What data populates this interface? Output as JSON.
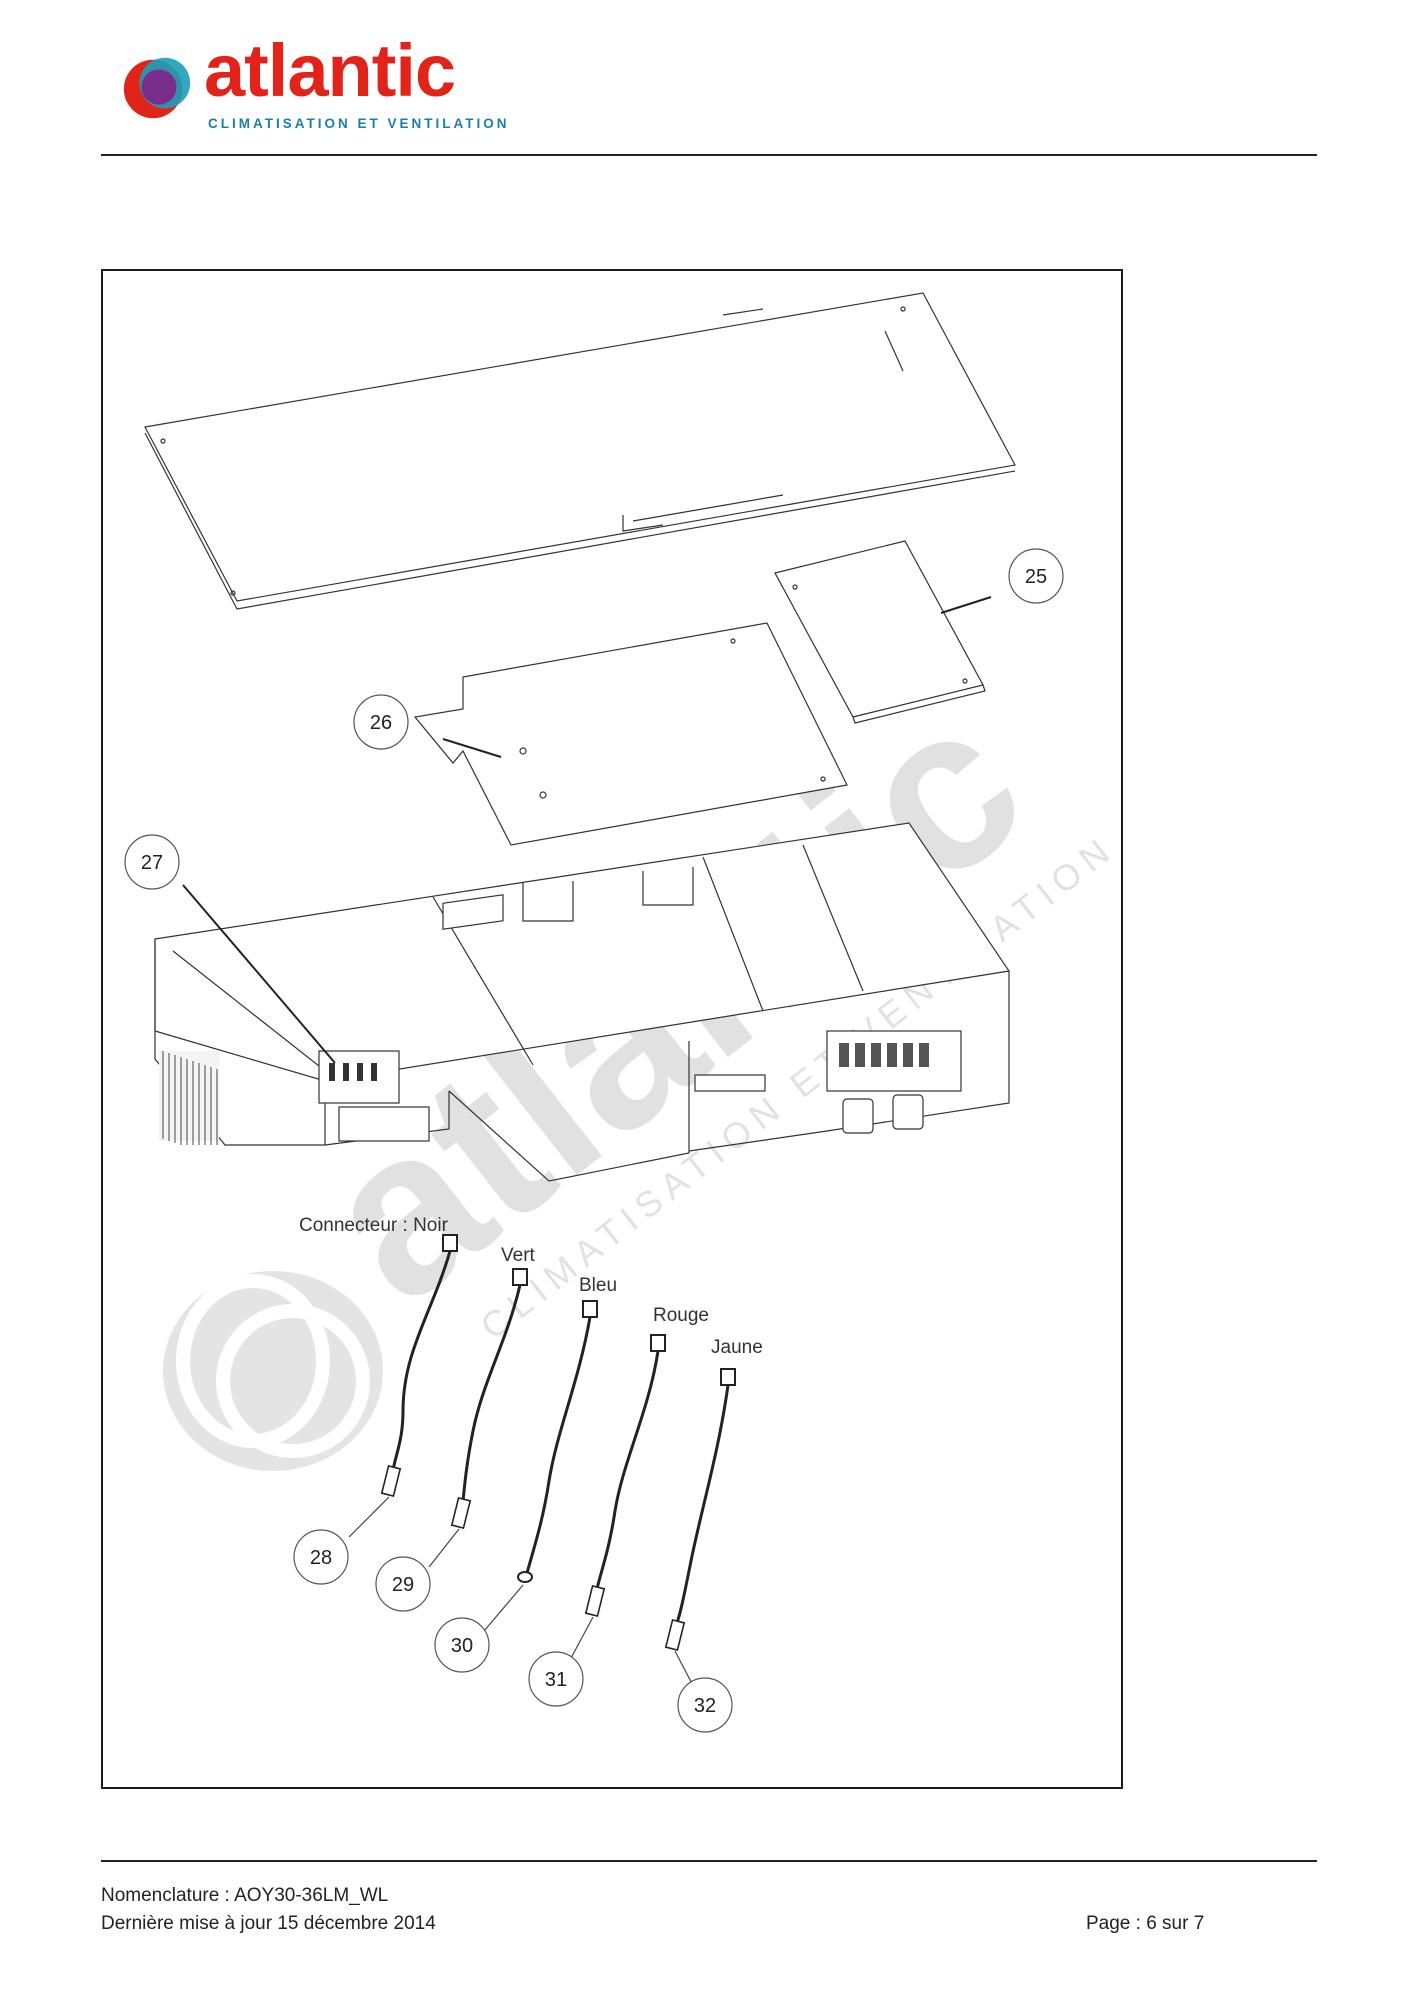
{
  "header": {
    "brand": "atlantic",
    "tagline": "CLIMATISATION ET VENTILATION",
    "colors": {
      "brand_red": "#e2231a",
      "brand_blue": "#1c7fa8",
      "brand_purple": "#7a2d8c"
    }
  },
  "diagram": {
    "watermark": {
      "brand": "atlantic",
      "tagline": "CLIMATISATION ET VENTILATION"
    },
    "callouts": [
      "25",
      "26",
      "27",
      "28",
      "29",
      "30",
      "31",
      "32"
    ],
    "wire_labels": [
      "Connecteur : Noir",
      "Vert",
      "Bleu",
      "Rouge",
      "Jaune"
    ]
  },
  "footer": {
    "line1": "Nomenclature : AOY30-36LM_WL",
    "line2": "Dernière mise à jour 15 décembre 2014",
    "page": "Page : 6 sur 7"
  }
}
